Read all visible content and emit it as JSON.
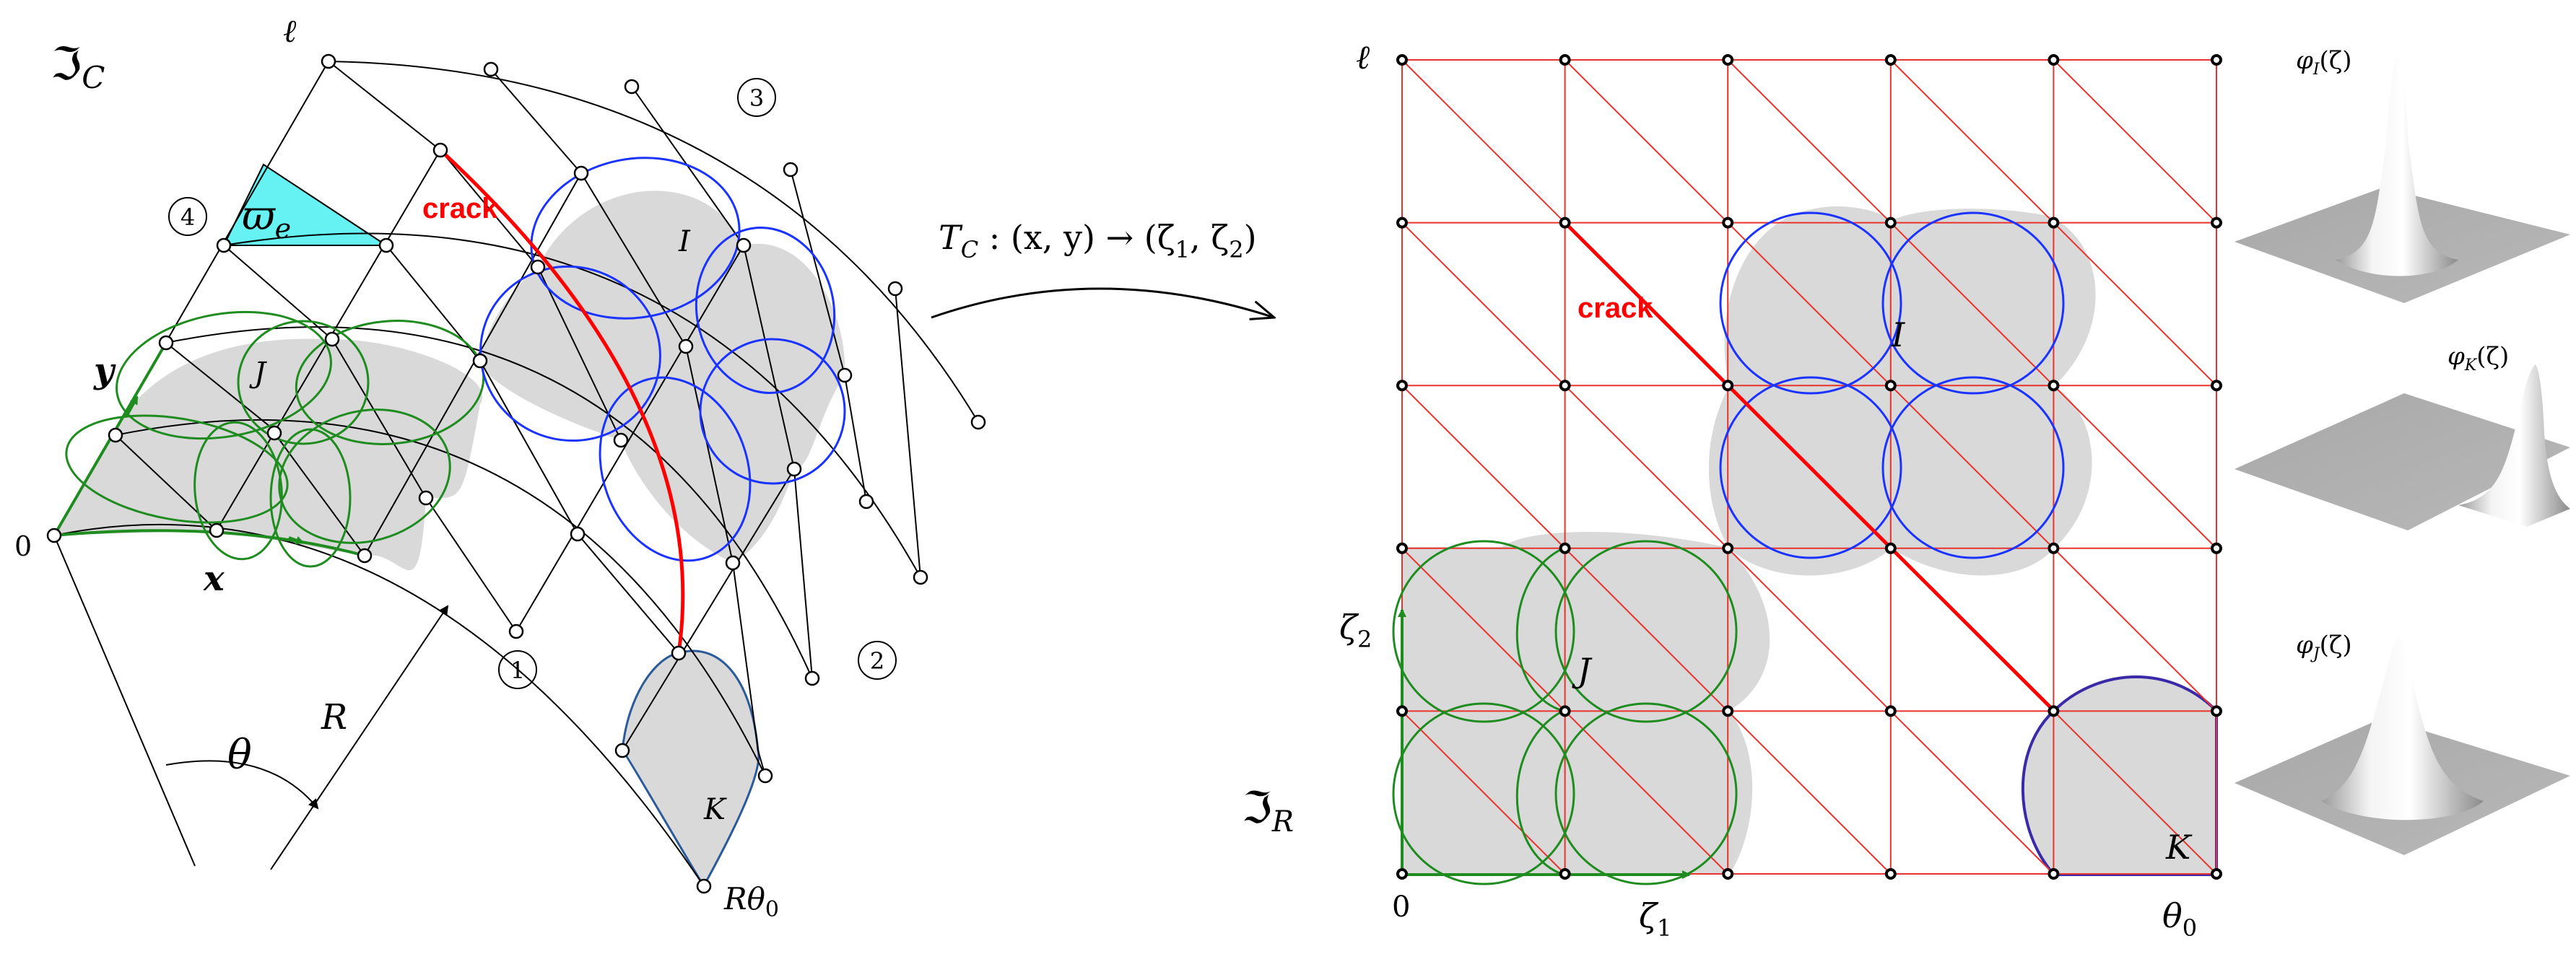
{
  "left_panel": {
    "domain_label": "ℑ",
    "domain_sub": "C",
    "ell_label": "ℓ",
    "element_label": "ϖ",
    "element_sub": "e",
    "crack_label": "crack",
    "y_label": "y",
    "x_label": "x",
    "origin_label": "0",
    "theta_label": "θ",
    "radius_label": "R",
    "end_label": "Rθ",
    "end_sub": "0",
    "node_J": "J",
    "node_I": "I",
    "node_K": "K",
    "edge_1": "1",
    "edge_2": "2",
    "edge_3": "3",
    "edge_4": "4"
  },
  "mapping": {
    "T": "T",
    "T_sub": "C",
    "body": " : (x, y) → (ζ",
    "sub1": "1",
    "mid": ", ζ",
    "sub2": "2",
    "close": ")"
  },
  "right_panel": {
    "domain_label": "ℑ",
    "domain_sub": "R",
    "ell_label": "ℓ",
    "crack_label": "crack",
    "origin_label": "0",
    "zeta1_label": "ζ",
    "zeta1_sub": "1",
    "zeta2_label": "ζ",
    "zeta2_sub": "2",
    "theta0_label": "θ",
    "theta0_sub": "0",
    "node_I": "I",
    "node_J": "J",
    "node_K": "K"
  },
  "basis_functions": [
    {
      "phi": "φ",
      "sub": "I",
      "arg": "(ζ)"
    },
    {
      "phi": "φ",
      "sub": "K",
      "arg": "(ζ)"
    },
    {
      "phi": "φ",
      "sub": "J",
      "arg": "(ζ)"
    }
  ],
  "colors": {
    "grid": "#e8332e",
    "crack": "#ff0000",
    "support_I": "#1a33ff",
    "support_J": "#1f8c1f",
    "support_K": "#2e2ea8",
    "axis": "#1f8c1f",
    "element": "#66f2f2",
    "fill": "#d9d9d9"
  }
}
